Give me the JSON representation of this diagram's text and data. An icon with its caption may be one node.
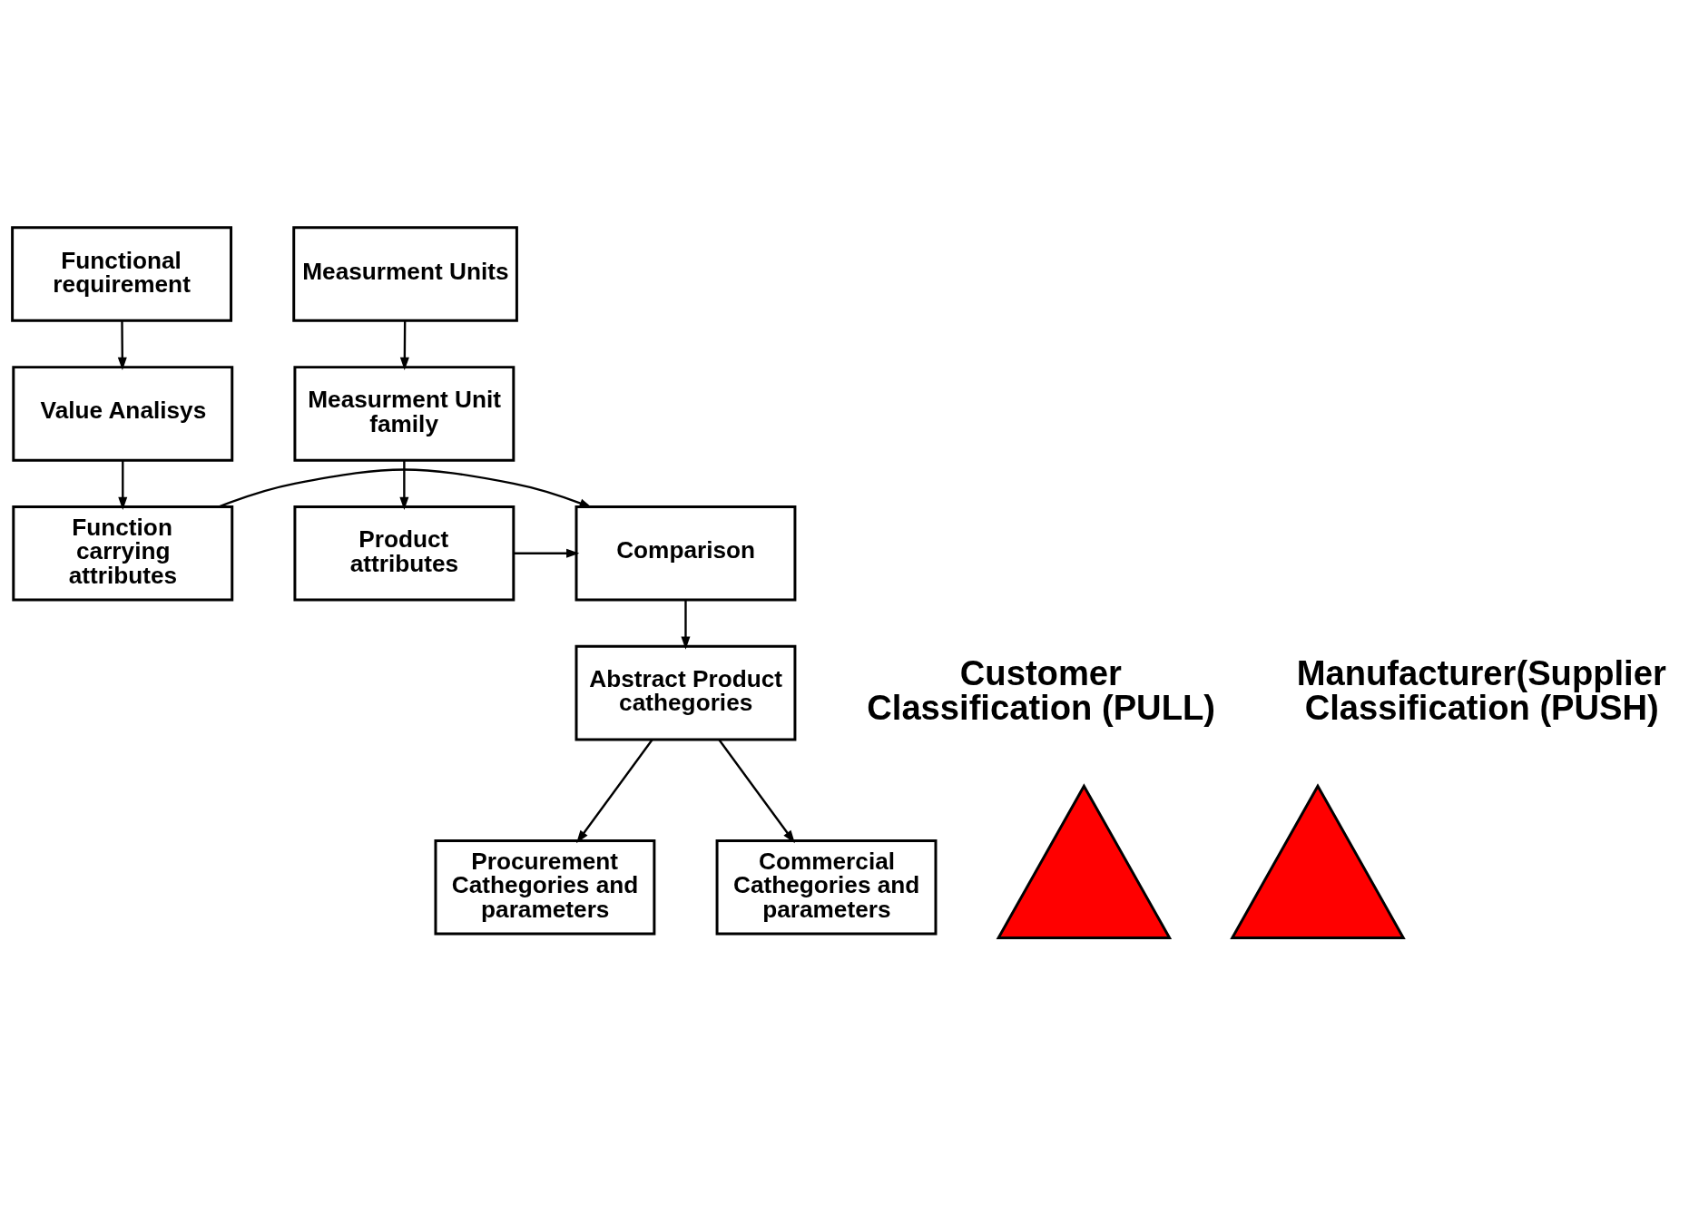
{
  "diagram": {
    "nodes": [
      {
        "text": [
          "Functional requirement"
        ]
      },
      {
        "text": [
          "Value Analisys"
        ]
      },
      {
        "text": [
          "Function carrying attributes"
        ]
      },
      {
        "text": [
          "Measurment Units"
        ]
      },
      {
        "text": [
          "Measurment Unit family"
        ]
      },
      {
        "text": [
          "Product attributes"
        ]
      },
      {
        "text": [
          "Comparison"
        ]
      },
      {
        "text": [
          "Abstract Product cathegories"
        ]
      },
      {
        "text": [
          "Procurement Cathegories and parameters"
        ]
      },
      {
        "text": [
          "Commercial Cathegories and parameters"
        ]
      },
      {
        "text": [],
        "shape": "triangle"
      },
      {
        "text": [],
        "shape": "triangle"
      }
    ],
    "edges": [
      {
        "from": 0,
        "to": 1,
        "arrow": "to"
      },
      {
        "from": 1,
        "to": 2,
        "arrow": "to"
      },
      {
        "from": 3,
        "to": 4,
        "arrow": "to"
      },
      {
        "from": 4,
        "to": 5,
        "arrow": "to"
      },
      {
        "from": 2,
        "to": 6,
        "arrow": "to"
      },
      {
        "from": 5,
        "to": 6,
        "arrow": "to"
      },
      {
        "from": 6,
        "to": 7,
        "arrow": "to"
      },
      {
        "from": 7,
        "to": 8,
        "arrow": "to"
      },
      {
        "from": 7,
        "to": 9,
        "arrow": "to"
      }
    ],
    "labels": [
      "Customer Classification (PULL)",
      "Manufacturer(Supplier Classification (PUSH)"
    ]
  }
}
